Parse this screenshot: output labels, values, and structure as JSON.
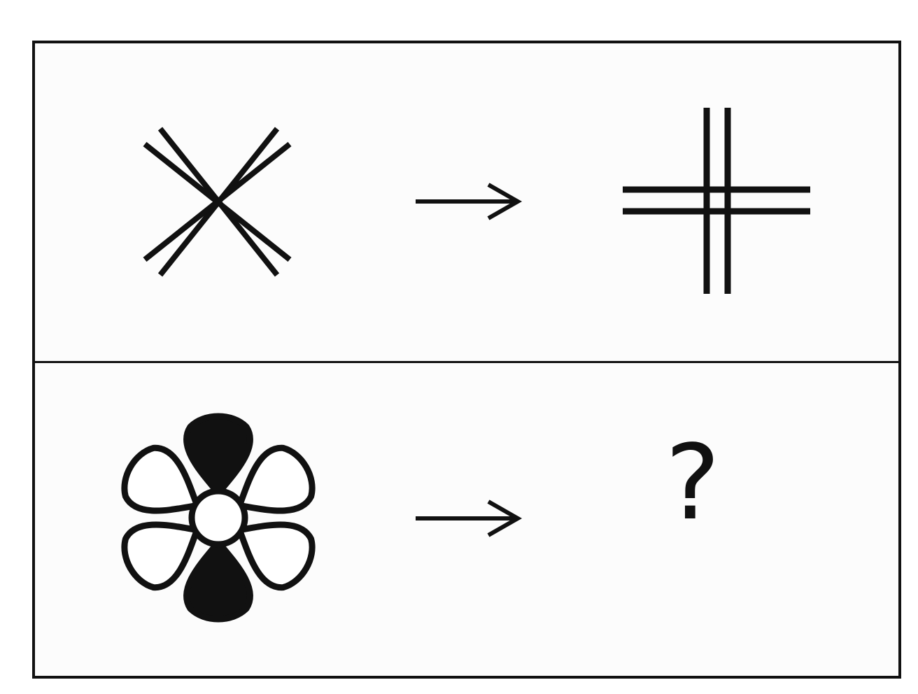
{
  "colors": {
    "stroke": "#111111",
    "background": "#fcfcfc",
    "petal_fill": "#ffffff",
    "petal_dark": "#111111"
  },
  "rows": [
    {
      "source_figure": "diagonal-double-cross",
      "arrow": "right-arrow",
      "target_figure": "upright-double-cross"
    },
    {
      "source_figure": "six-petal-flower",
      "arrow": "right-arrow",
      "target_label": "?"
    }
  ]
}
